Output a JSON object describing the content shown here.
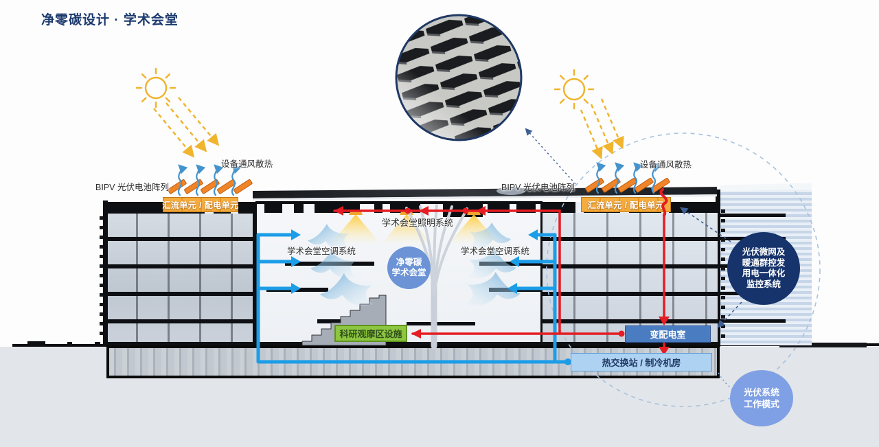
{
  "page": {
    "title": "净零碳设计 · 学术会堂"
  },
  "annotations": {
    "vent_left": "设备通风散热",
    "vent_right": "设备通风散热",
    "bipv_left": "BIPV 光伏电池阵列",
    "bipv_right": "BIPV 光伏电池阵列",
    "combiner_left": "汇流单元 / 配电单元",
    "combiner_right": "汇流单元 / 配电单元",
    "lighting": "学术会堂照明系统",
    "hvac_left": "学术会堂空调系统",
    "hvac_right": "学术会堂空调系统"
  },
  "nodes": {
    "net_zero": {
      "lines": [
        "净零碳",
        "学术会堂"
      ]
    },
    "research": {
      "label": "科研观摩区设施"
    },
    "transformer": {
      "label": "变配电室"
    },
    "heatx": {
      "label": "热交换站 / 制冷机房"
    },
    "monitor": {
      "lines": [
        "光伏微网及",
        "暖通群控发",
        "用电一体化",
        "监控系统"
      ]
    },
    "mode": {
      "lines": [
        "光伏系统",
        "工作模式"
      ]
    }
  },
  "colors": {
    "power_red": "#E51C23",
    "pipe_blue": "#1C9DE8",
    "panel_orange": "#F08428",
    "sun_yellow": "#F0B42E",
    "monitor_navy": "#16336B",
    "research_green": "#8DC63F",
    "hall_circle_blue": "#6B93D6",
    "mode_circle_blue": "#7FA0E4"
  }
}
